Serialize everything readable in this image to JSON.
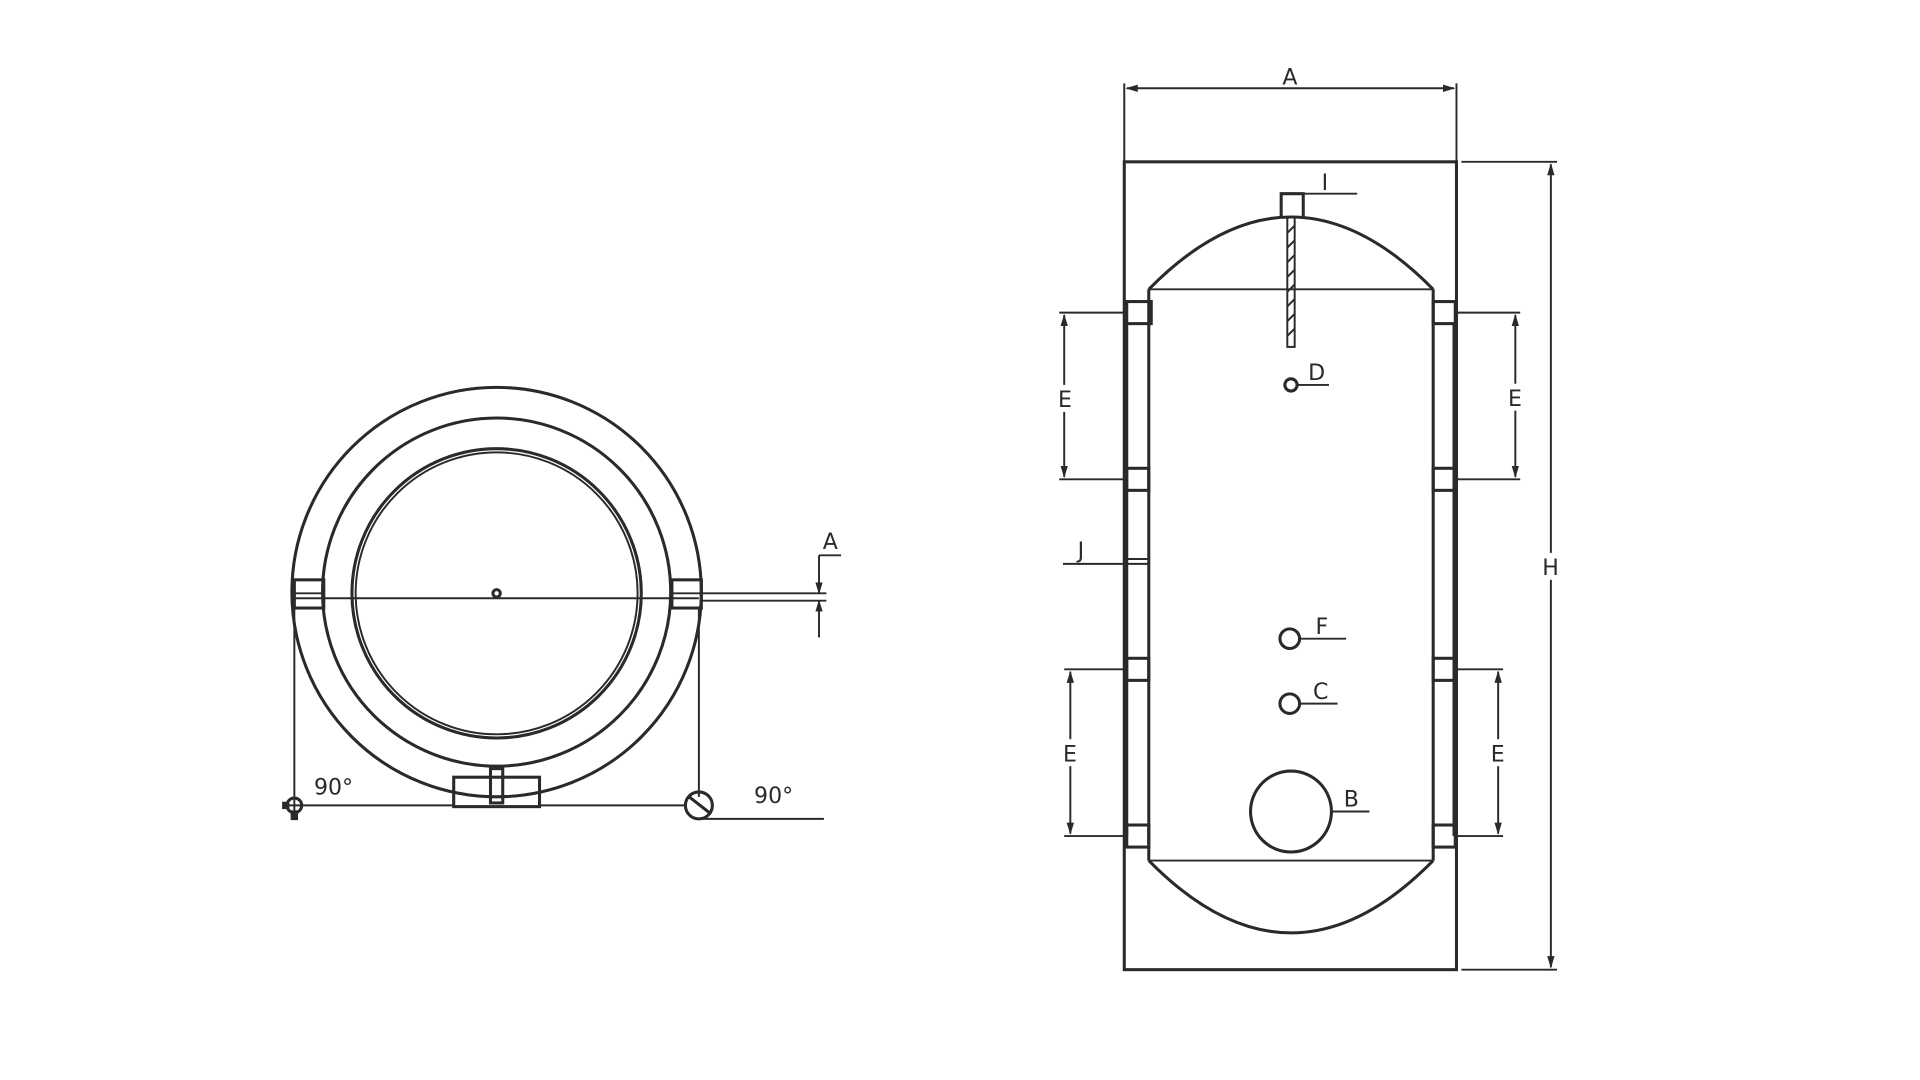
{
  "labels": {
    "top_view": {
      "dim_a": "A",
      "angle_left": "90°",
      "angle_right": "90°"
    },
    "side_view": {
      "dim_a": "A",
      "dim_h": "H",
      "dim_e": "E",
      "i": "I",
      "d": "D",
      "f": "F",
      "c": "C",
      "b": "B",
      "j": "J"
    }
  },
  "colors": {
    "line": "#2a2a2a",
    "background": "#ffffff"
  }
}
